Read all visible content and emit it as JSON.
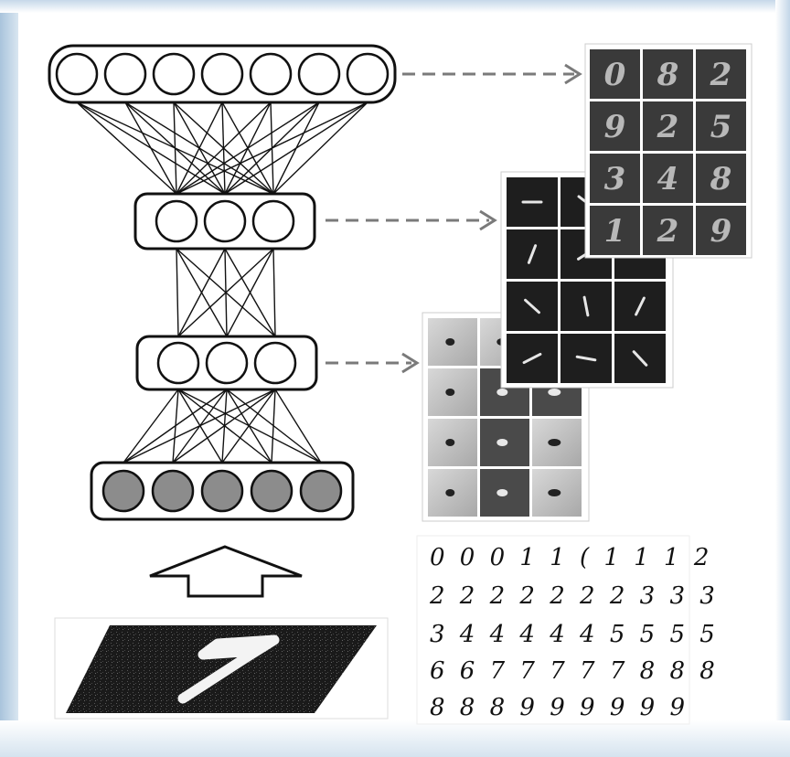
{
  "colors": {
    "hidden_node_fill": "#ffffff",
    "input_node_fill": "#8c8c8c",
    "stroke": "#111111",
    "arrow_dash": "#7a7a7a"
  },
  "icons": {
    "up_arrow": "hollow-up-arrow-icon",
    "connector_arrows": "dashed-arrow-icon"
  },
  "network": {
    "layers": [
      {
        "name": "hidden-layer-3",
        "units": 7,
        "kind": "hidden"
      },
      {
        "name": "hidden-layer-2",
        "units": 3,
        "kind": "hidden"
      },
      {
        "name": "hidden-layer-1",
        "units": 3,
        "kind": "hidden"
      },
      {
        "name": "input-layer",
        "units": 5,
        "kind": "input"
      }
    ]
  },
  "feature_panels": {
    "top_digits": [
      "0",
      "8",
      "2",
      "9",
      "2",
      "5",
      "3",
      "4",
      "8",
      "1",
      "2",
      "9"
    ]
  },
  "digit_samples": {
    "rows": [
      "0 0 0 1 1 ( 1 1 1 2",
      "2 2 2 2 2 2 2 3 3 3",
      "3 4 4 4 4 4 5 5 5 5",
      "6 6 7 7 7 7 7 8 8 8",
      "8 8 8 9 9 9 9 9 9"
    ]
  }
}
